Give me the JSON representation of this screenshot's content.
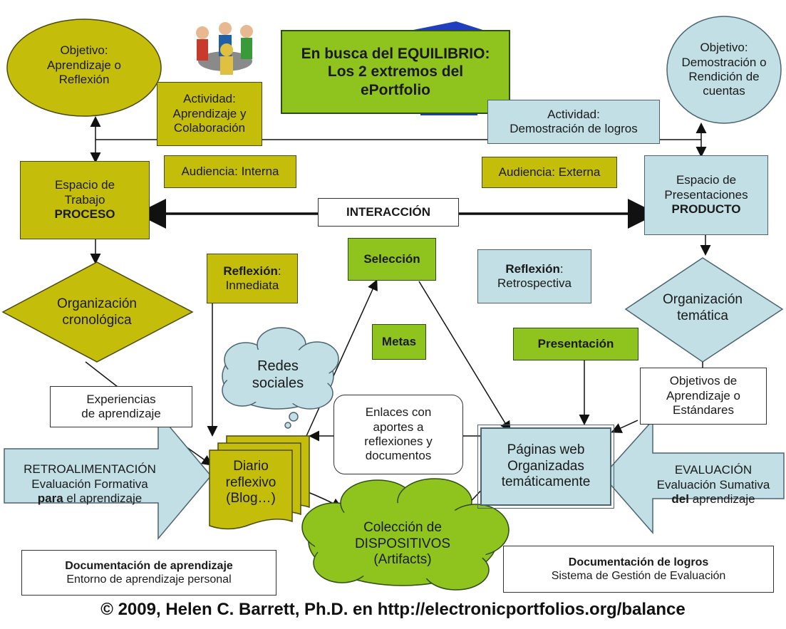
{
  "title": {
    "line1": "En busca del EQUILIBRIO:",
    "line2": "Los 2 extremos del",
    "line3": "ePortfolio"
  },
  "left": {
    "objetivo": [
      "Objetivo:",
      "Aprendizaje o",
      "Reflexión"
    ],
    "actividad": [
      "Actividad:",
      "Aprendizaje y",
      "Colaboración"
    ],
    "audiencia": "Audiencia: Interna",
    "espacio": [
      "Espacio de",
      "Trabajo"
    ],
    "espacio_bold": "PROCESO",
    "organizacion": [
      "Organización",
      "cronológica"
    ],
    "reflexion_bold": "Reflexión",
    "reflexion_rest": ":",
    "reflexion_sub": "Inmediata",
    "experiencias": [
      "Experiencias",
      "de aprendizaje"
    ],
    "retro_line1": "RETROALIMENTACIÓN",
    "retro_line2": "Evaluación Formativa",
    "retro_bold": "para",
    "retro_line3_rest": " el aprendizaje",
    "diario": [
      "Diario",
      "reflexivo",
      "(Blog…)"
    ],
    "doc_title": "Documentación de aprendizaje",
    "doc_sub": "Entorno de aprendizaje personal"
  },
  "right": {
    "objetivo": [
      "Objetivo:",
      "Demostración o",
      "Rendición de",
      "cuentas"
    ],
    "actividad": [
      "Actividad:",
      "Demostración de logros"
    ],
    "audiencia": "Audiencia: Externa",
    "espacio": [
      "Espacio de",
      "Presentaciones"
    ],
    "espacio_bold": "PRODUCTO",
    "organizacion": [
      "Organización",
      "temática"
    ],
    "reflexion_bold": "Reflexión",
    "reflexion_rest": ":",
    "reflexion_sub": "Retrospectiva",
    "objetivos": [
      "Objetivos de",
      "Aprendizaje o",
      "Estándares"
    ],
    "eval_line1": "EVALUACIÓN",
    "eval_line2": "Evaluación Sumativa",
    "eval_bold": "del",
    "eval_line3_rest": " aprendizaje",
    "paginas": [
      "Páginas web",
      "Organizadas",
      "temáticamente"
    ],
    "doc_title": "Documentación de logros",
    "doc_sub": "Sistema de Gestión de Evaluación"
  },
  "center": {
    "interaccion": "INTERACCIÓN",
    "seleccion": "Selección",
    "metas": "Metas",
    "presentacion": "Presentación",
    "redes": [
      "Redes",
      "sociales"
    ],
    "enlaces": [
      "Enlaces con",
      "aportes a",
      "reflexiones y",
      "documentos"
    ],
    "coleccion": [
      "Colección de",
      "DISPOSITIVOS",
      "(Artifacts)"
    ]
  },
  "footer": "© 2009, Helen C. Barrett, Ph.D. en http://electronicportfolios.org/balance",
  "colors": {
    "olive": "#c4bd0a",
    "green": "#8fc31e",
    "blue": "#c2dfe5",
    "white": "#ffffff"
  }
}
